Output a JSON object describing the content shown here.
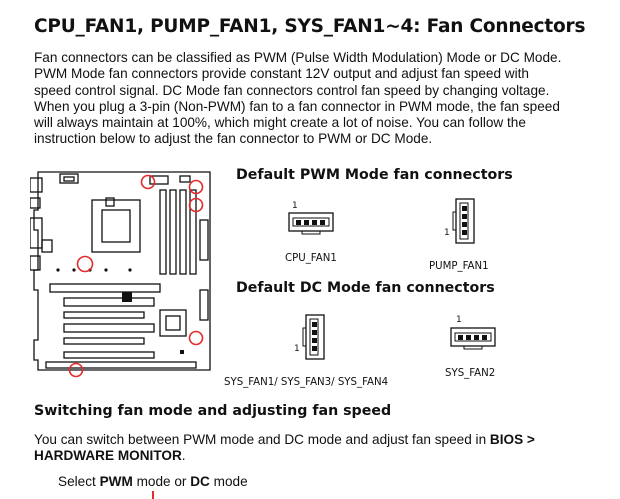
{
  "title": "CPU_FAN1, PUMP_FAN1, SYS_FAN1~4: Fan Connectors",
  "intro_lines": [
    "Fan connectors can be classified as PWM (Pulse Width Modulation) Mode or DC Mode.",
    "PWM Mode fan connectors provide constant 12V output and adjust fan speed with",
    "speed control signal. DC Mode fan connectors control fan speed by changing voltage.",
    "When you plug a 3-pin (Non-PWM) fan to a fan connector in PWM mode, the fan speed",
    "will always maintain at 100%, which might create a lot of noise. You can follow the",
    "instruction below to adjust the fan connector to PWM or DC Mode."
  ],
  "pwm_heading": "Default PWM Mode fan connectors",
  "dc_heading": "Default DC Mode fan connectors",
  "pin_label": "1",
  "connectors": {
    "cpu_fan": "CPU_FAN1",
    "pump_fan": "PUMP_FAN1",
    "sys_fan_group": "SYS_FAN1/ SYS_FAN3/ SYS_FAN4",
    "sys_fan2": "SYS_FAN2"
  },
  "section2": {
    "heading": "Switching fan mode and adjusting fan speed",
    "para_pre": "You can switch between PWM mode and DC mode and adjust fan speed in ",
    "para_bold1": "BIOS >",
    "para_bold2": "HARDWARE MONITOR",
    "para_end": "."
  },
  "select": {
    "pre": "Select ",
    "pwm": "PWM",
    "mid": " mode or ",
    "dc": "DC",
    "post": " mode"
  },
  "colors": {
    "highlight": "#e32b2b",
    "ink": "#111111"
  }
}
